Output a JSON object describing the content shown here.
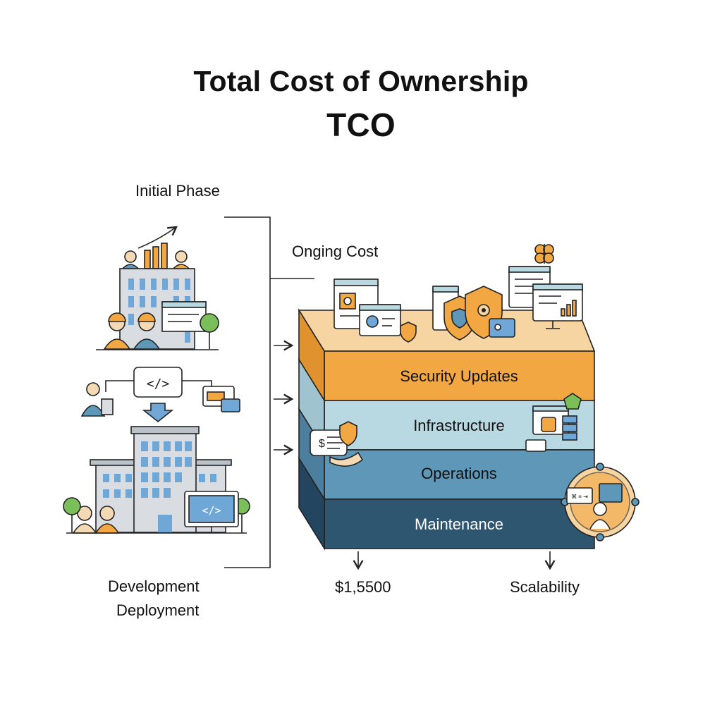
{
  "diagram": {
    "title_line1": "Total Cost of Ownership",
    "title_line2": "TCO",
    "initial_phase_label": "Initial Phase",
    "ongoing_cost_label": "Onging Cost",
    "development_label": "Development",
    "deployment_label": "Deployment",
    "cost_value": "$1,5500",
    "scalability_label": "Scalability",
    "code_tag": "</>",
    "mini_screen_text": "⌘ ≡ ⇥",
    "layers": [
      {
        "label": "Security Updates",
        "color": "#F2A743"
      },
      {
        "label": "Infrastructure",
        "color": "#B9D9E2"
      },
      {
        "label": "Operations",
        "color": "#5E97B7"
      },
      {
        "label": "Maintenance",
        "color": "#2E5671"
      }
    ],
    "colors": {
      "orange": "#F2A743",
      "light_blue": "#B9D9E2",
      "mid_blue": "#5E97B7",
      "dark_blue": "#2E5671",
      "building_grey": "#D9DCE1",
      "window_blue": "#6FA8D6",
      "tree_green": "#7BBF5A",
      "outline": "#222222"
    },
    "icons": [
      "buildings-with-workers-icon",
      "growth-chart-icon",
      "code-window-icon",
      "office-building-icon",
      "monitor-code-icon",
      "shield-icon",
      "gear-icon",
      "brain-icon",
      "browser-window-icon",
      "bar-chart-monitor-icon",
      "dollar-document-icon",
      "server-icon",
      "user-circle-icon",
      "arrow-right-icon",
      "arrow-down-icon"
    ]
  }
}
